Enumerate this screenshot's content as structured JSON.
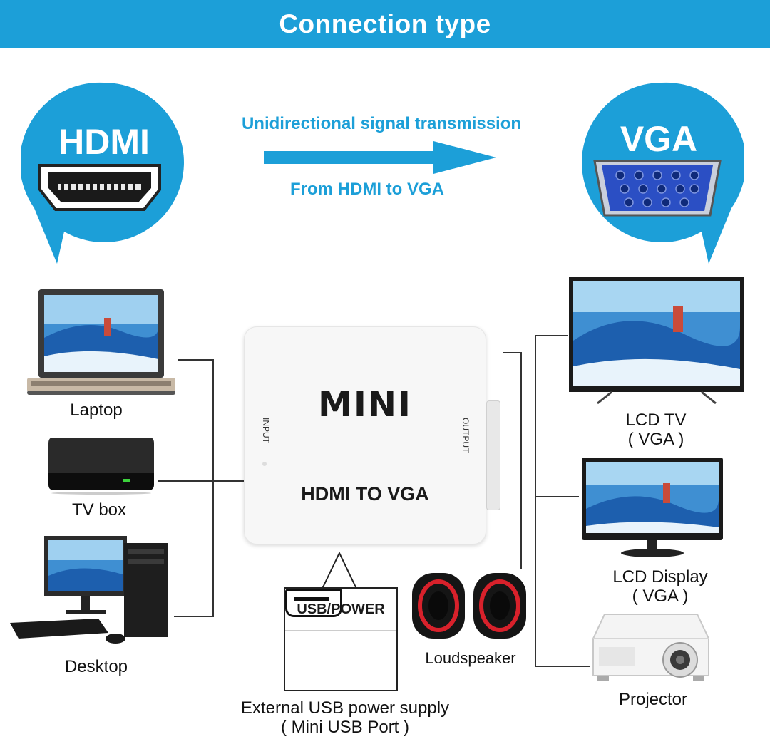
{
  "header": {
    "title": "Connection type"
  },
  "input_badge": {
    "label": "HDMI",
    "icon": "hdmi-connector-icon"
  },
  "output_badge": {
    "label": "VGA",
    "icon": "vga-connector-icon"
  },
  "signal": {
    "caption_top": "Unidirectional signal transmission",
    "caption_bottom": "From HDMI to VGA"
  },
  "adapter": {
    "brand": "MINI",
    "model": "HDMI TO VGA",
    "input_port_label": "INPUT",
    "output_port_label": "OUTPUT"
  },
  "sources": [
    {
      "label": "Laptop",
      "icon": "laptop-icon"
    },
    {
      "label": "TV box",
      "icon": "tv-box-icon"
    },
    {
      "label": "Desktop",
      "icon": "desktop-computer-icon"
    }
  ],
  "outputs": [
    {
      "label_line1": "LCD TV",
      "label_line2": "( VGA )",
      "icon": "lcd-tv-icon"
    },
    {
      "label_line1": "LCD Display",
      "label_line2": "( VGA )",
      "icon": "lcd-display-icon"
    },
    {
      "label": "Projector",
      "icon": "projector-icon"
    }
  ],
  "audio": {
    "label": "Loudspeaker",
    "icon": "loudspeaker-icon"
  },
  "power": {
    "panel_title": "USB/POWER",
    "caption_line1": "External USB power supply",
    "caption_line2": "( Mini USB Port )",
    "icon": "mini-usb-port-icon"
  },
  "colors": {
    "accent_blue": "#1c9fd8",
    "vga_blue": "#2b4fc4",
    "speaker_red": "#d8212b"
  }
}
